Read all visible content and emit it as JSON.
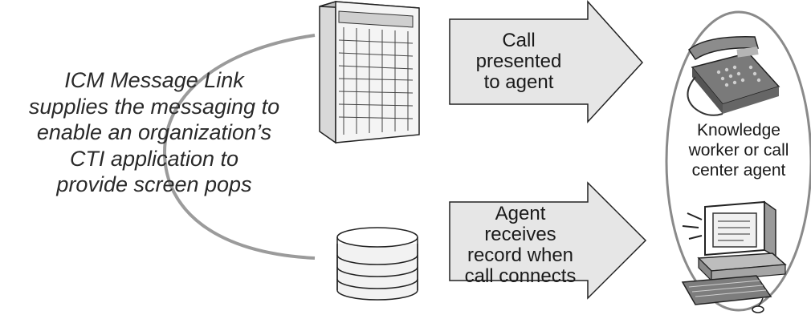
{
  "caption_lines": [
    "ICM Message Link",
    "supplies the messaging to",
    "enable an organization’s",
    "CTI application to",
    "provide screen pops"
  ],
  "arrow_top_lines": [
    "Call",
    "presented",
    "to agent"
  ],
  "arrow_bottom_lines": [
    "Agent",
    "receives",
    "record when",
    "call connects"
  ],
  "agent_label_lines": [
    "Knowledge",
    "worker or call",
    "center agent"
  ],
  "colors": {
    "arc": "#9b9b9b",
    "arrow_fill": "#e6e6e6",
    "outline": "#222222",
    "ellipse": "#8a8a8a"
  },
  "icons": {
    "switch": "telephony-switch-icon",
    "database": "database-icon",
    "phone": "desk-phone-icon",
    "computer": "desktop-computer-icon"
  }
}
